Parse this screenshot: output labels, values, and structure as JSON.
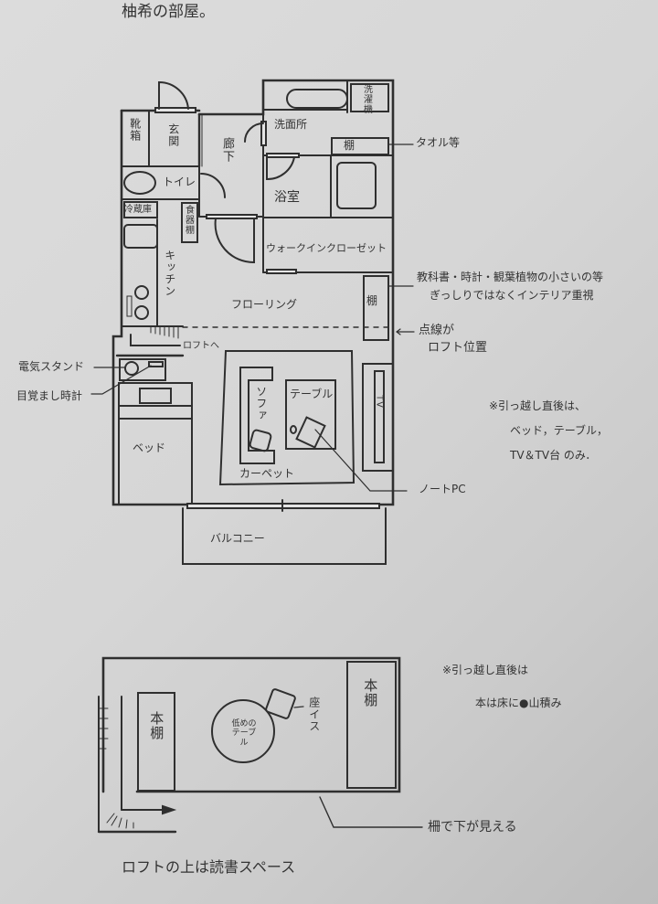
{
  "title": "柚希の部屋。",
  "rooms": {
    "shoe_box": "靴箱",
    "entrance": "玄関",
    "corridor": "廊下",
    "washer": "洗濯機",
    "washroom": "洗面所",
    "shelf_wash": "棚",
    "toilet": "トイレ",
    "bathroom": "浴室",
    "fridge": "冷蔵庫",
    "cupboard": "食器棚",
    "kitchen": "キッチン",
    "closet": "ウォークインクローゼット",
    "flooring": "フローリング",
    "shelf_main": "棚",
    "to_loft": "ロフトへ",
    "bed": "ベッド",
    "sofa": "ソファ",
    "table": "テーブル",
    "tv": "TV",
    "carpet": "カーペット",
    "balcony": "バルコニー"
  },
  "annotations": {
    "towel": "タオル等",
    "shelf_note_1": "教科書・時計・観葉植物の小さいの等",
    "shelf_note_2": "ぎっしりではなくインテリア重視",
    "dotted_1": "点線が",
    "dotted_2": "ロフト位置",
    "lamp": "電気スタンド",
    "alarm": "目覚まし時計",
    "laptop": "ノートPC",
    "move_note_1": "※引っ越し直後は、",
    "move_note_2": "ベッド，テーブル，",
    "move_note_3": "TV＆TV台 のみ．"
  },
  "loft": {
    "bookshelf_left": "本棚",
    "bookshelf_right": "本棚",
    "low_table": "低めのテーブル",
    "floor_chair": "座イス",
    "note_1": "※引っ越し直後は",
    "note_2": "本は床に●山積み",
    "fence": "柵で下が見える",
    "caption": "ロフトの上は読書スペース"
  }
}
